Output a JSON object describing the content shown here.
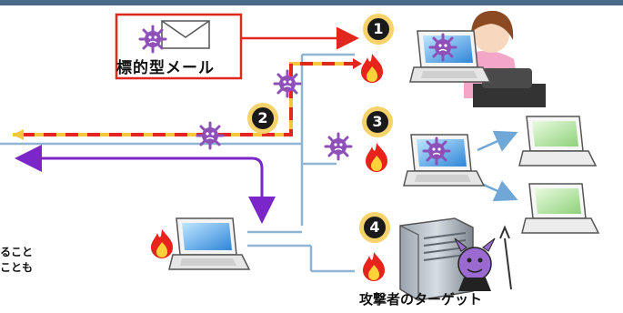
{
  "mail_label": "標的型メール",
  "target_label": "攻撃者のターゲット",
  "left_edge_text": [
    "ること",
    "ことも"
  ],
  "badges": [
    "1",
    "2",
    "3",
    "4"
  ],
  "colors": {
    "line_blue": "#8fb5d3",
    "line_red": "#e0281e",
    "line_yellow": "#f6c73a",
    "arrow_purple": "#7a26c9",
    "virus": "#8e4fb8",
    "flame": "#e8231b",
    "screen": "#2f85d8",
    "frame_blue": "#4a6a8c"
  },
  "icons": [
    "envelope-icon",
    "virus-icon",
    "flame-icon",
    "laptop-icon",
    "server-icon",
    "devil-icon",
    "user-woman-icon"
  ]
}
